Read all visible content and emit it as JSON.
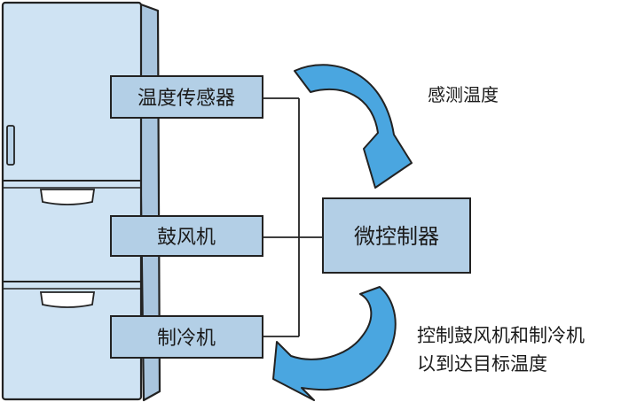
{
  "colors": {
    "fridge_body": "#cfe3f3",
    "fridge_side": "#a9c5de",
    "box_fill": "#b3cfe6",
    "arrow_fill": "#4aa6e0",
    "line": "#222222",
    "background": "#ffffff"
  },
  "diagram": {
    "components": [
      {
        "id": "sensor",
        "label": "温度传感器"
      },
      {
        "id": "blower",
        "label": "鼓风机"
      },
      {
        "id": "cooler",
        "label": "制冷机"
      }
    ],
    "controller": {
      "label": "微控制器"
    },
    "annotations": {
      "top": "感测温度",
      "bottom_line1": "控制鼓风机和制冷机",
      "bottom_line2": "以到达目标温度"
    }
  }
}
